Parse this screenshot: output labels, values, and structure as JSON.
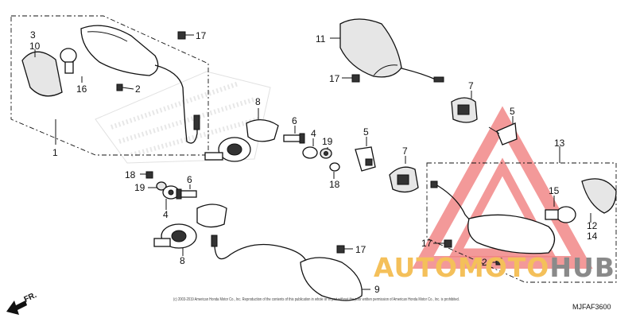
{
  "callouts": {
    "c1": "1",
    "c2a": "2",
    "c2b": "2",
    "c3": "3",
    "c10": "10",
    "c16": "16",
    "c17a": "17",
    "c17b": "17",
    "c17c": "17",
    "c11": "11",
    "c8a": "8",
    "c8b": "8",
    "c6a": "6",
    "c6b": "6",
    "c4a": "4",
    "c4b": "4",
    "c19a": "19",
    "c19b": "19",
    "c18a": "18",
    "c18b": "18",
    "c5a": "5",
    "c5b": "5",
    "c7a": "7",
    "c7b": "7",
    "c13": "13",
    "c15": "15",
    "c12": "12",
    "c14": "14",
    "c9": "9"
  },
  "direction_label": "FR.",
  "diagram_code": "MJFAF3600",
  "copyright": "(c) 2003-2019 American Honda Motor Co., Inc. Reproduction of the contents of this publication in whole or in part without the prior written permission of American Honda Motor Co., Inc. is prohibited.",
  "watermark": {
    "brand_a": "AUTOMOTO",
    "brand_b": "HUB",
    "color_triangle": "#f08080",
    "color_auto": "#f4c05a",
    "color_hub": "#8a8a8a"
  }
}
